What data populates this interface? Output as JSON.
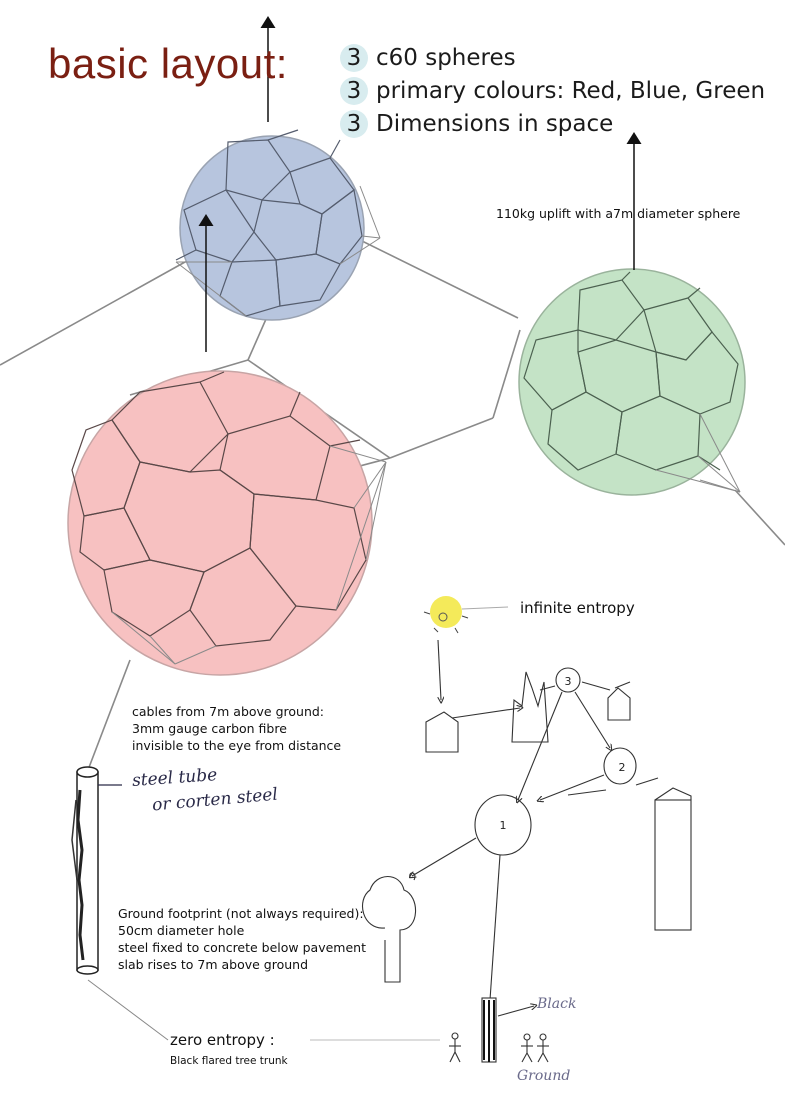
{
  "title": "basic layout:",
  "features": [
    {
      "number": "3",
      "text": "c60 spheres"
    },
    {
      "number": "3",
      "text": "primary colours: Red, Blue, Green"
    },
    {
      "number": "3",
      "text": "Dimensions in space"
    }
  ],
  "uplift_note": "110kg uplift with a7m diameter sphere",
  "cables_note": {
    "line1": "cables from 7m above ground:",
    "line2": "3mm gauge carbon fibre",
    "line3": "invisible to the eye from distance"
  },
  "footprint_note": {
    "line1": "Ground footprint (not always required):",
    "line2": "50cm diameter hole",
    "line3": "steel fixed to concrete below pavement",
    "line4": "slab rises to 7m above ground"
  },
  "zero_entropy": {
    "label": "zero entropy :",
    "sub": "Black flared tree trunk"
  },
  "infinite_entropy": "infinite entropy",
  "handwriting": {
    "steel_tube_1": "steel tube",
    "steel_tube_2": "or corten steel",
    "black": "Black",
    "ground": "Ground"
  },
  "node_labels": {
    "n1": "1",
    "n2": "2",
    "n3": "3"
  },
  "colors": {
    "title": "#7a1f12",
    "sphere_red": "#f7c1c1",
    "sphere_blue": "#b7c5de",
    "sphere_green": "#c4e3c6",
    "sun": "#f4ea5a",
    "number_badge": "#d8ecef"
  }
}
